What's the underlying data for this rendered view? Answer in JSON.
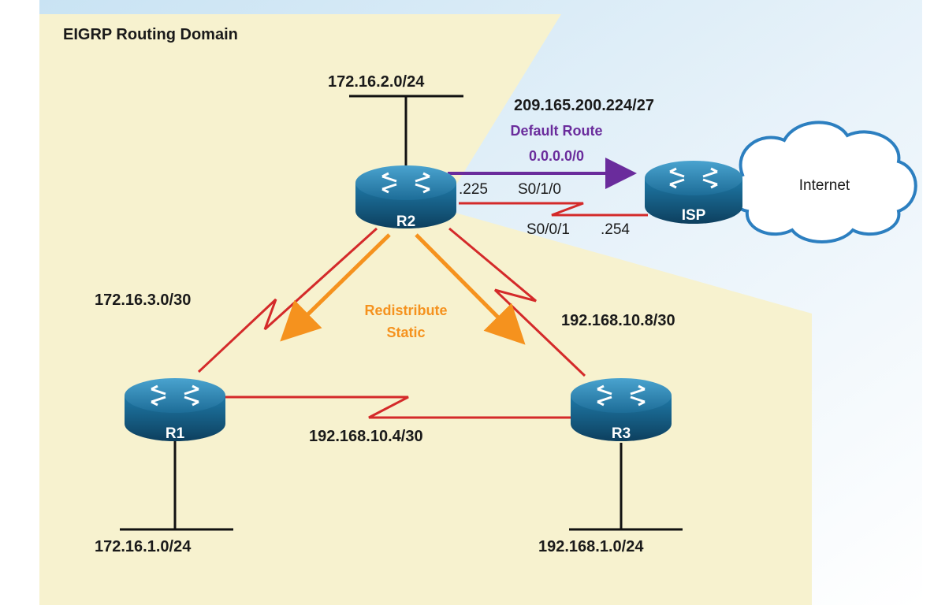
{
  "domain_title": "EIGRP Routing Domain",
  "networks": {
    "r2_lan": "172.16.2.0/24",
    "r1_lan": "172.16.1.0/24",
    "r3_lan": "192.168.1.0/24",
    "r1_r2": "172.16.3.0/30",
    "r2_r3": "192.168.10.8/30",
    "r1_r3": "192.168.10.4/30",
    "r2_isp": "209.165.200.224/27"
  },
  "default_route": {
    "label": "Default Route",
    "prefix": "0.0.0.0/0",
    "color": "#6a2c9c"
  },
  "redistribute": {
    "line1": "Redistribute",
    "line2": "Static",
    "color": "#f5921e"
  },
  "interfaces": {
    "r2_host": ".225",
    "r2_if": "S0/1/0",
    "isp_if": "S0/0/1",
    "isp_host": ".254"
  },
  "routers": {
    "r1": "R1",
    "r2": "R2",
    "r3": "R3",
    "isp": "ISP"
  },
  "cloud": "Internet",
  "colors": {
    "serial_link": "#d42a2a",
    "domain_fill": "#f7f2cf",
    "router": "#1f6f97"
  }
}
